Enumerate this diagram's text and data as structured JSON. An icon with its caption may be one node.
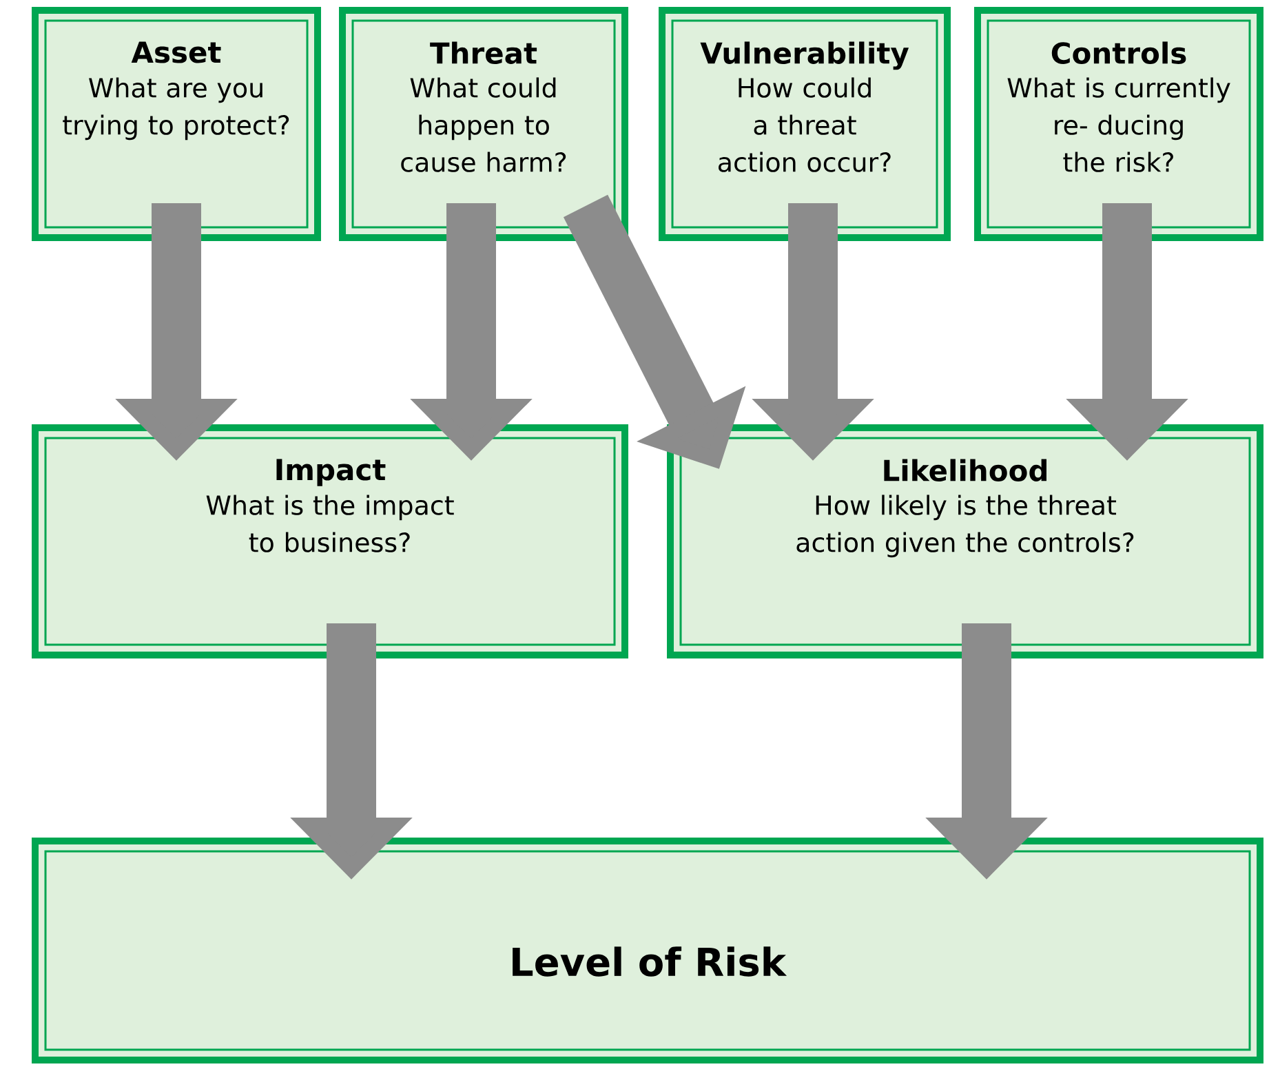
{
  "diagram": {
    "nodes": [
      {
        "text": [
          "Asset",
          "What are you trying to protect?"
        ]
      },
      {
        "text": [
          "Threat",
          "What could happen to cause harm?"
        ]
      },
      {
        "text": [
          "Vulnerability",
          "How could a threat action occur?"
        ]
      },
      {
        "text": [
          "Controls",
          "What is currently re- ducing the risk?"
        ]
      },
      {
        "text": [
          "Impact",
          "What is the impact to business?"
        ]
      },
      {
        "text": [
          "Likelihood",
          "How likely is the threat action given the controls?"
        ]
      },
      {
        "text": [
          "Level of Risk"
        ]
      }
    ],
    "edges": [
      {
        "from": 0,
        "to": 4,
        "arrow": "to"
      },
      {
        "from": 1,
        "to": 4,
        "arrow": "to"
      },
      {
        "from": 1,
        "to": 5,
        "arrow": "to"
      },
      {
        "from": 2,
        "to": 5,
        "arrow": "to"
      },
      {
        "from": 3,
        "to": 5,
        "arrow": "to"
      },
      {
        "from": 4,
        "to": 6,
        "arrow": "to"
      },
      {
        "from": 5,
        "to": 6,
        "arrow": "to"
      }
    ]
  }
}
